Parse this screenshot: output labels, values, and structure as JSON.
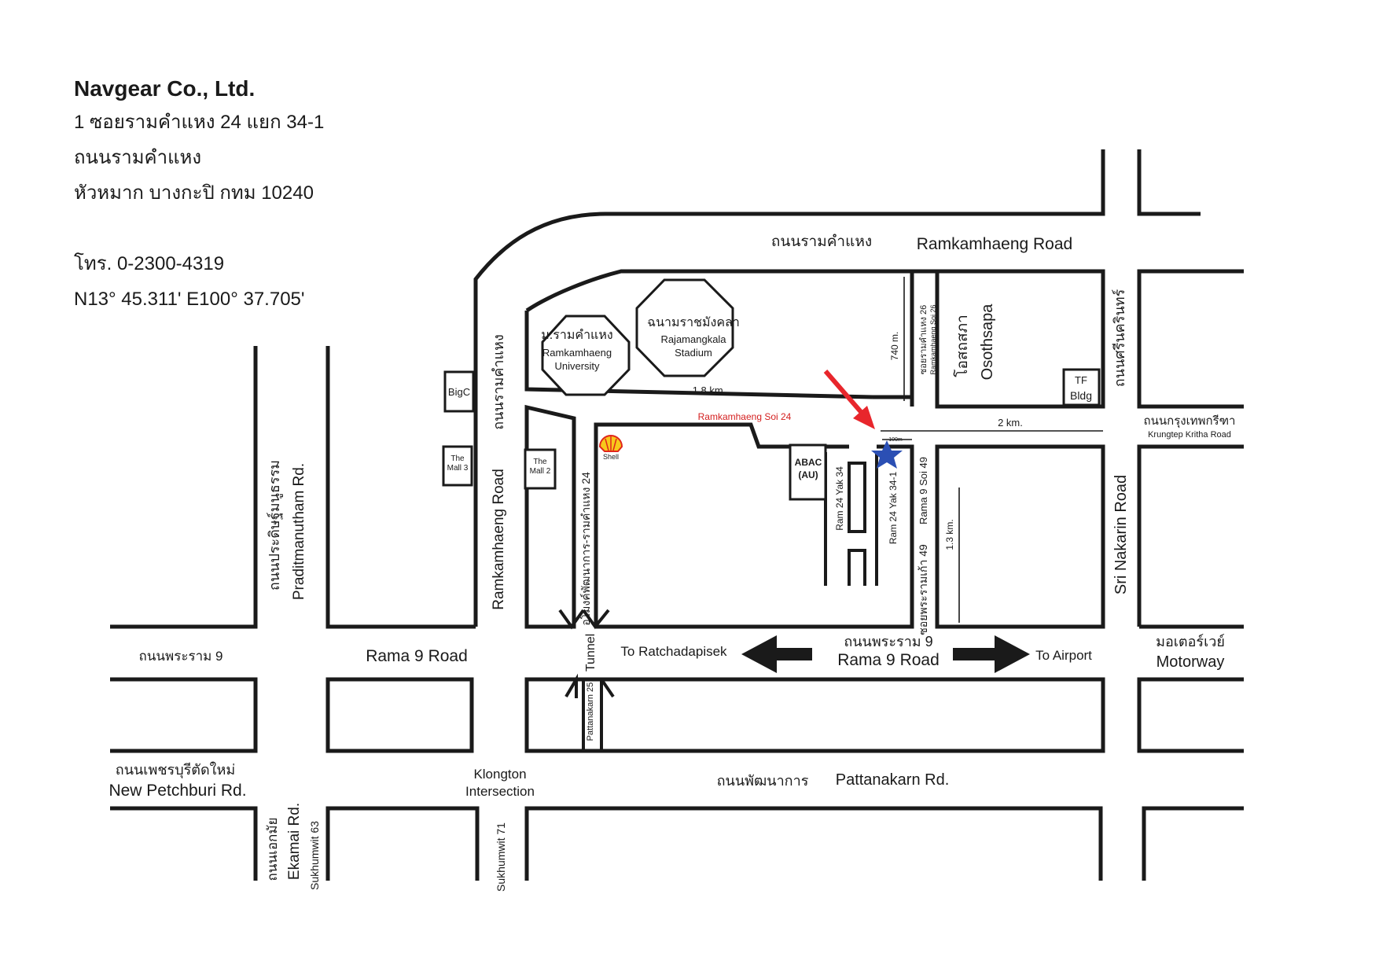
{
  "header": {
    "company": "Navgear Co., Ltd.",
    "address_1": "1 ซอยรามคำแหง 24 แยก 34-1",
    "address_2": "ถนนรามคำแหง",
    "address_3": "หัวหมาก บางกะปิ กทม 10240",
    "phone": "โทร. 0-2300-4319",
    "coords": "N13° 45.311' E100° 37.705'"
  },
  "roads": {
    "ramkamhaeng_th": "ถนนรามคำแหง",
    "ramkamhaeng_en": "Ramkamhaeng Road",
    "ramkamhaeng_vertical_en": "Ramkamhaeng Road",
    "ramkamhaeng_vertical_th": "ถนนรามคำแหง",
    "soi24": "Ramkamhaeng Soi 24",
    "soi26_th": "ซอยรามคำแหง 26",
    "soi26_en": "Ramkamhaeng Soi 26",
    "srinakarin_th": "ถนนศรีนครินทร์",
    "srinakarin_en": "Sri Nakarin Road",
    "krungthep_kritha_th": "ถนนกรุงเทพกรีฑา",
    "krungthep_kritha_en": "Krungtep Kritha Road",
    "praditmanutham_th": "ถนนประดิษฐ์มนูธรรม",
    "praditmanutham_en": "Praditmanutham Rd.",
    "rama9_left_th": "ถนนพระราม 9",
    "rama9_left_en": "Rama 9 Road",
    "rama9_center_th": "ถนนพระราม 9",
    "rama9_center_en": "Rama 9 Road",
    "motorway_th": "มอเตอร์เวย์",
    "motorway_en": "Motorway",
    "tunnel": "Tunnel",
    "underpass_th": "อุโมงค์พัฒนาการ-รามคำแหง 24",
    "pattanakarn25": "Pattanakarn 25",
    "ram24yak34": "Ram 24 Yak 34",
    "ram24yak341": "Ram 24 Yak 34-1",
    "rama9soi49_en": "Rama 9 Soi 49",
    "rama9soi49_th": "ซอยพระรามเก้า 49",
    "newpetchburi_th": "ถนนเพชรบุรีตัดใหม่",
    "newpetchburi_en": "New Petchburi Rd.",
    "pattanakarn_th": "ถนนพัฒนาการ",
    "pattanakarn_en": "Pattanakarn Rd.",
    "klongton_1": "Klongton",
    "klongton_2": "Intersection",
    "ekamai_th": "ถนนเอกมัย",
    "ekamai_en": "Ekamai Rd.",
    "sukhumvit63": "Sukhumwit 63",
    "sukhumvit71": "Sukhumwit 71"
  },
  "places": {
    "univ_th": "ม.รามคำแหง",
    "univ_en_1": "Ramkamhaeng",
    "univ_en_2": "University",
    "stadium_th": "ฉนามราชมังคลา",
    "stadium_en_1": "Rajamangkala",
    "stadium_en_2": "Stadium",
    "osothsapa_th": "โอสถสภา",
    "osothsapa_en": "Osothsapa",
    "tf_1": "TF",
    "tf_2": "Bldg",
    "bigc": "BigC",
    "mall3_1": "The",
    "mall3_2": "Mall 3",
    "mall2_1": "The",
    "mall2_2": "Mall 2",
    "shell": "Shell",
    "abac_1": "ABAC",
    "abac_2": "(AU)"
  },
  "distances": {
    "d740": "740 m.",
    "d18": "1.8 km.",
    "d2": "2 km.",
    "d13": "1.3 km.",
    "d100": "100m"
  },
  "directions": {
    "to_ratchada": "To Ratchadapisek",
    "to_airport": "To Airport"
  },
  "icons": {
    "location_marker": "star-icon",
    "pointer": "arrow-icon",
    "shell_logo": "shell-logo-icon"
  },
  "colors": {
    "road_line": "#1a1a1a",
    "soi24_label": "#d42020",
    "pointer_arrow": "#e8262c",
    "location_star": "#2b4fb4",
    "shell_red": "#e0261c",
    "shell_yellow": "#f7c81b"
  }
}
